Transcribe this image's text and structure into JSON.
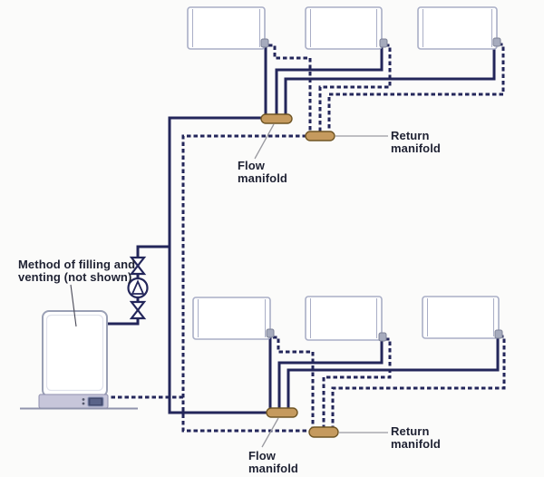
{
  "diagram": {
    "colors": {
      "pipe": "#23265a",
      "manifold_fill": "#c59a5e",
      "manifold_stroke": "#6f5524",
      "radiator_stroke": "#a9aec6",
      "boiler_stroke": "#9aa0b5",
      "boiler_base": "#c7c6da",
      "leader": "#9a9aa0",
      "text": "#1f2233",
      "background": "#fbfbfa"
    },
    "labels": {
      "method": {
        "line1": "Method of filling and",
        "line2": "venting (not shown)"
      },
      "flow_manifold_top": {
        "line1": "Flow",
        "line2": "manifold"
      },
      "return_manifold_top": {
        "line1": "Return",
        "line2": "manifold"
      },
      "flow_manifold_bottom": {
        "line1": "Flow",
        "line2": "manifold"
      },
      "return_manifold_bottom": {
        "line1": "Return",
        "line2": "manifold"
      }
    },
    "components": {
      "radiators": 6,
      "flow_manifolds": 2,
      "return_manifolds": 2,
      "boilers": 1,
      "pumps": 1,
      "valves": 2
    }
  }
}
